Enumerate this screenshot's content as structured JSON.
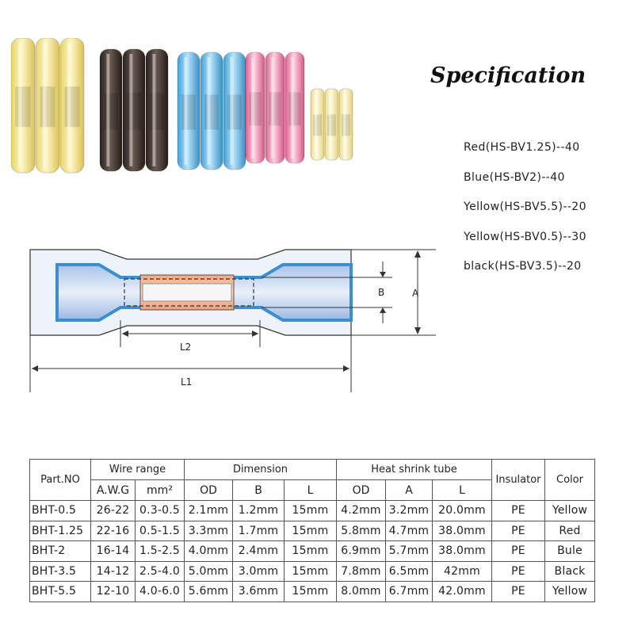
{
  "photo": {
    "groups": [
      {
        "color": "yellow",
        "count": 3
      },
      {
        "color": "black",
        "count": 3
      },
      {
        "color": "blue",
        "count": 3
      },
      {
        "color": "red",
        "count": 3
      },
      {
        "color": "yellow",
        "count": 3
      }
    ]
  },
  "spec": {
    "title": "Specification",
    "items": [
      "Red(HS-BV1.25)--40",
      "Blue(HS-BV2)--40",
      "Yellow(HS-BV5.5)--20",
      "Yellow(HS-BV0.5)--30",
      "black(HS-BV3.5)--20"
    ]
  },
  "diagram": {
    "labels": {
      "l1": "L1",
      "l2": "L2",
      "a": "A",
      "b": "B"
    }
  },
  "table": {
    "head": {
      "part_no": "Part.NO",
      "wire_range": "Wire range",
      "dimension": "Dimension",
      "heat_shrink": "Heat shrink tube",
      "insulator": "Insulator",
      "color": "Color",
      "awg": "A.W.G",
      "mm2": "mm²",
      "od": "OD",
      "b": "B",
      "l": "L",
      "od2": "OD",
      "a": "A",
      "l2": "L"
    },
    "rows": [
      [
        "BHT-0.5",
        "26-22",
        "0.3-0.5",
        "2.1mm",
        "1.2mm",
        "15mm",
        "4.2mm",
        "3.2mm",
        "20.0mm",
        "PE",
        "Yellow"
      ],
      [
        "BHT-1.25",
        "22-16",
        "0.5-1.5",
        "3.3mm",
        "1.7mm",
        "15mm",
        "5.8mm",
        "4.7mm",
        "38.0mm",
        "PE",
        "Red"
      ],
      [
        "BHT-2",
        "16-14",
        "1.5-2.5",
        "4.0mm",
        "2.4mm",
        "15mm",
        "6.9mm",
        "5.7mm",
        "38.0mm",
        "PE",
        "Bule"
      ],
      [
        "BHT-3.5",
        "14-12",
        "2.5-4.0",
        "5.0mm",
        "3.0mm",
        "15mm",
        "7.8mm",
        "6.5mm",
        "42mm",
        "PE",
        "Black"
      ],
      [
        "BHT-5.5",
        "12-10",
        "4.0-6.0",
        "5.6mm",
        "3.6mm",
        "15mm",
        "8.0mm",
        "6.7mm",
        "42.0mm",
        "PE",
        "Yellow"
      ]
    ]
  }
}
